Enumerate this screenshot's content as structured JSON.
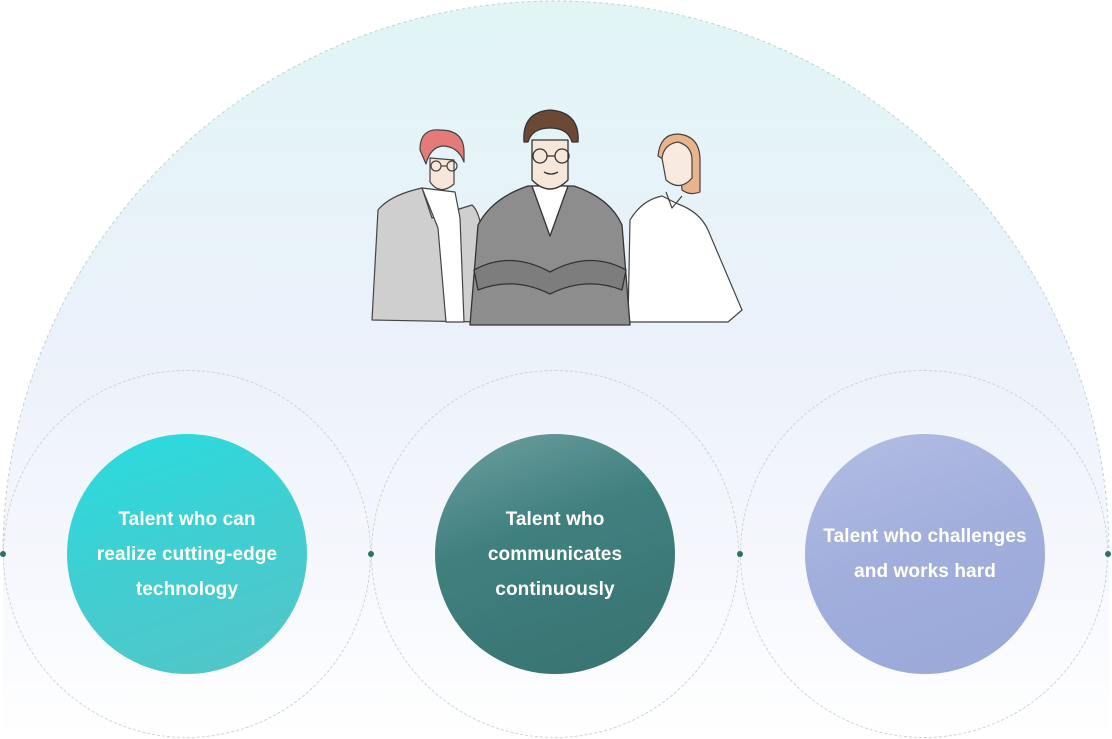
{
  "illustration": {
    "people": [
      "person-left-glasses",
      "person-center-glasses-crossed-arms",
      "person-right"
    ]
  },
  "values": [
    {
      "label": "Talent who can\nrealize cutting-edge\ntechnology",
      "color": "#3fcfd2"
    },
    {
      "label": "Talent who\ncommunicates\ncontinuously",
      "color": "#3f807f"
    },
    {
      "label": "Talent who challenges\nand works hard",
      "color": "#a2afdd"
    }
  ],
  "colors": {
    "arch_top": "#e2f4f4",
    "arch_mid": "#edf1fb",
    "dot": "#2f6f6b"
  }
}
